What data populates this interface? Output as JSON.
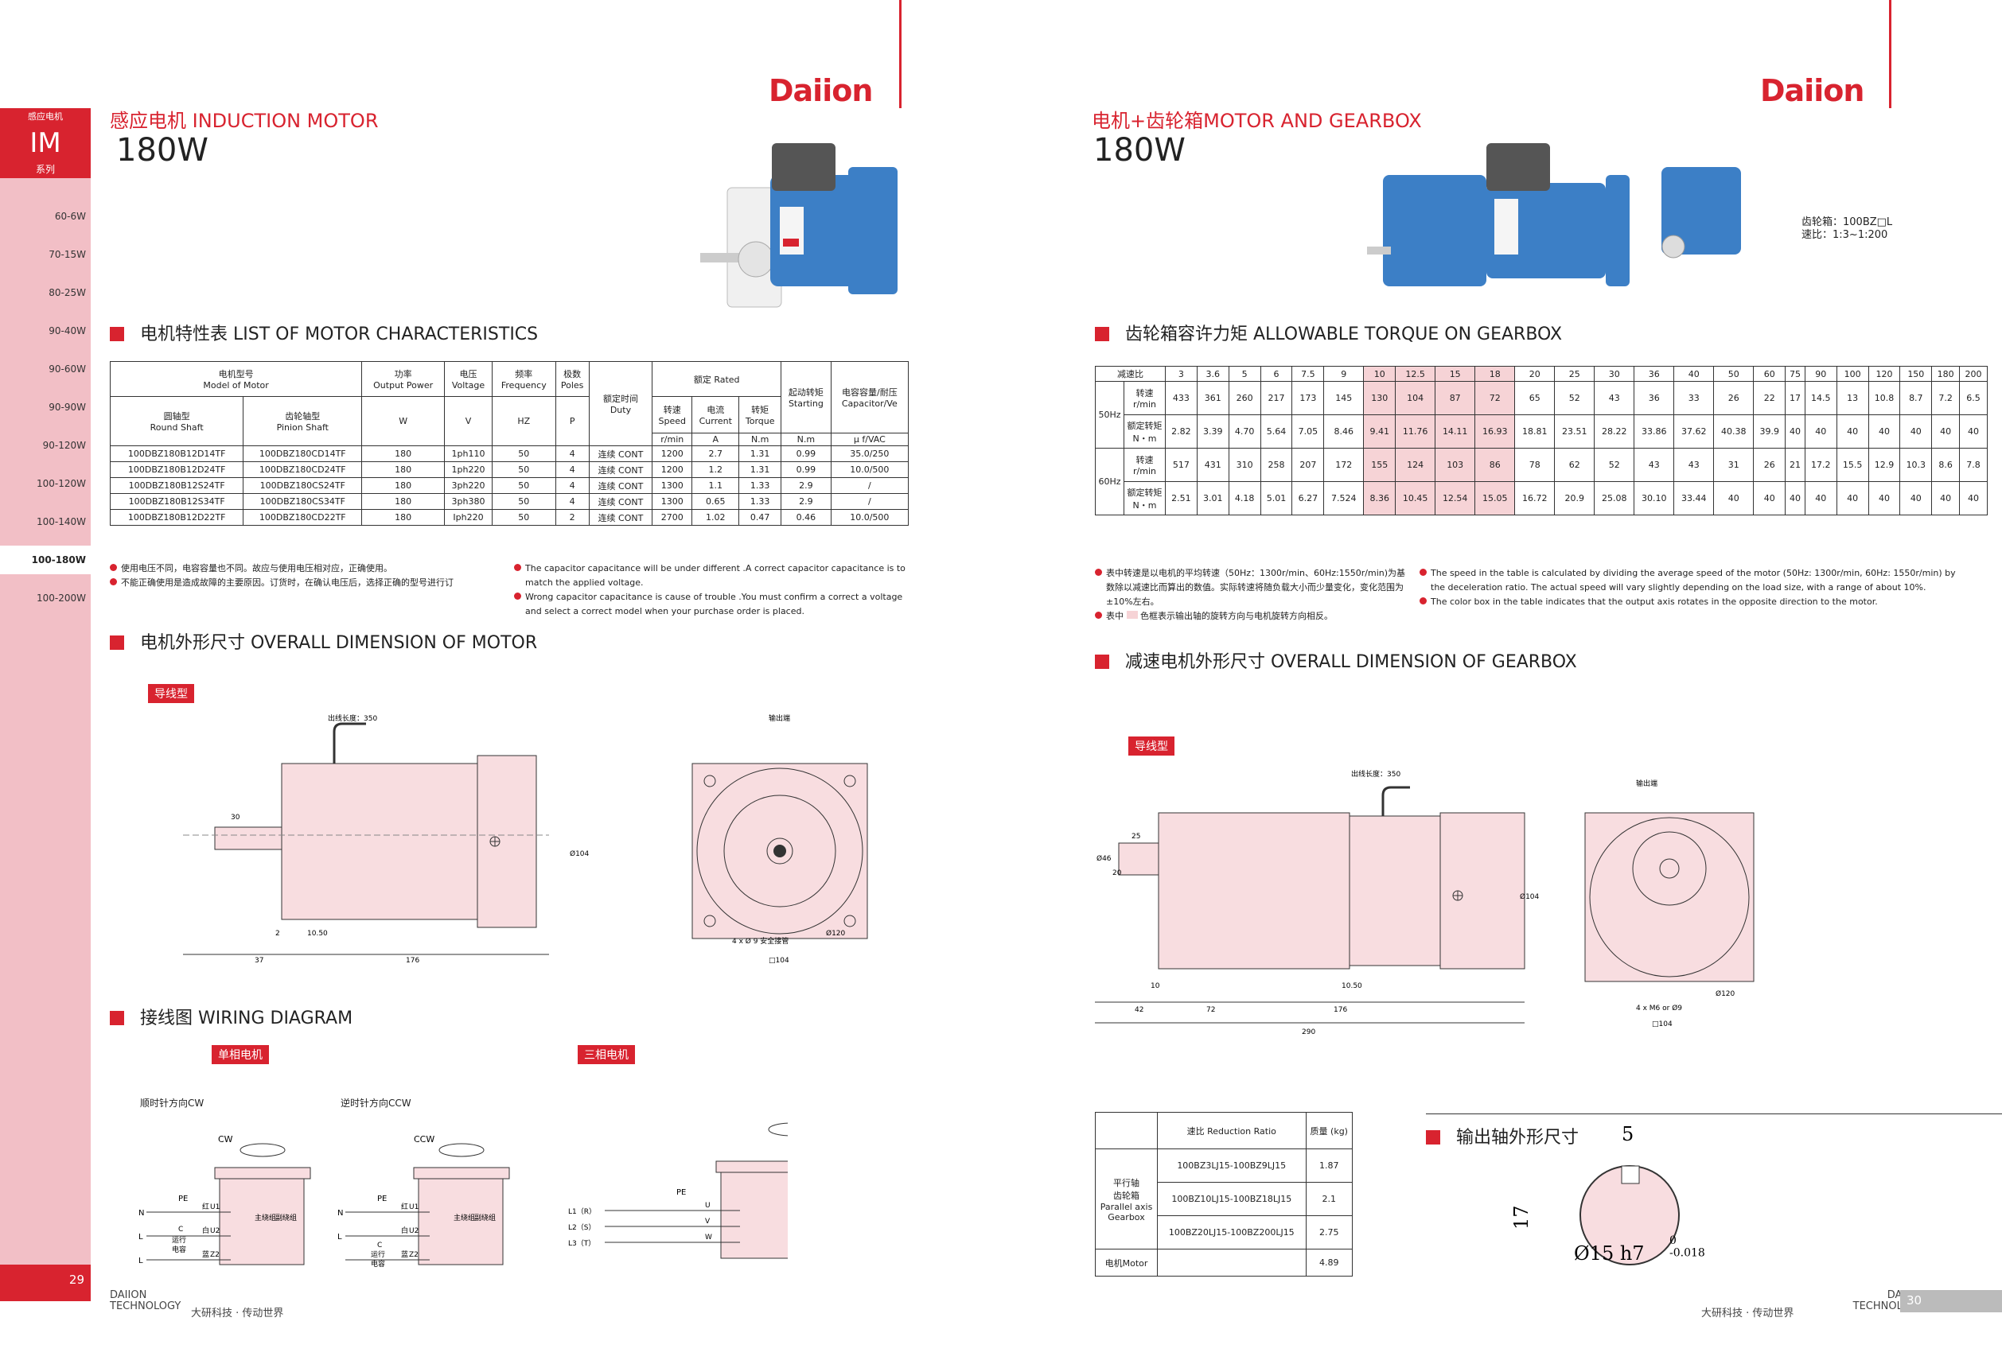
{
  "brand": "Daiion",
  "left": {
    "side_head": "感应电机",
    "series_code": "IM",
    "series_label": "系列",
    "side_items": [
      "60-6W",
      "70-15W",
      "80-25W",
      "90-40W",
      "90-60W",
      "90-90W",
      "90-120W",
      "100-120W",
      "100-140W",
      "100-180W",
      "100-200W"
    ],
    "active_item": "100-180W",
    "page_num": "29",
    "subtitle": "感应电机 INDUCTION MOTOR",
    "power": "180W",
    "sec_char": "电机特性表 LIST OF MOTOR CHARACTERISTICS",
    "table": {
      "h_model": "电机型号\nModel of Motor",
      "h_round": "圆轴型\nRound Shaft",
      "h_pinion": "齿轮轴型\nPinion Shaft",
      "h_power": "功率\nOutput Power",
      "h_voltage": "电压\nVoltage",
      "h_freq": "频率\nFrequency",
      "h_poles": "极数\nPoles",
      "h_duty": "额定时间\nDuty",
      "h_rated": "额定 Rated",
      "h_speed": "转速\nSpeed",
      "h_current": "电流\nCurrent",
      "h_torque": "转矩\nTorque",
      "h_start": "起动转矩\nStarting",
      "h_cap": "电容容量/耐压\nCapacitor/Ve",
      "u_power": "W",
      "u_voltage": "V",
      "u_freq": "HZ",
      "u_poles": "P",
      "u_speed": "r/min",
      "u_current": "A",
      "u_torque": "N.m",
      "u_start": "N.m",
      "u_cap": "μ f/VAC",
      "rows": [
        [
          "100DBZ180B12D14TF",
          "100DBZ180CD14TF",
          "180",
          "1ph110",
          "50",
          "4",
          "连续 CONT",
          "1200",
          "2.7",
          "1.31",
          "0.99",
          "35.0/250"
        ],
        [
          "100DBZ180B12D24TF",
          "100DBZ180CD24TF",
          "180",
          "1ph220",
          "50",
          "4",
          "连续 CONT",
          "1200",
          "1.2",
          "1.31",
          "0.99",
          "10.0/500"
        ],
        [
          "100DBZ180B12S24TF",
          "100DBZ180CS24TF",
          "180",
          "3ph220",
          "50",
          "4",
          "连续 CONT",
          "1300",
          "1.1",
          "1.33",
          "2.9",
          "/"
        ],
        [
          "100DBZ180B12S34TF",
          "100DBZ180CS34TF",
          "180",
          "3ph380",
          "50",
          "4",
          "连续 CONT",
          "1300",
          "0.65",
          "1.33",
          "2.9",
          "/"
        ],
        [
          "100DBZ180B12D22TF",
          "100DBZ180CD22TF",
          "180",
          "Iph220",
          "50",
          "2",
          "连续 CONT",
          "2700",
          "1.02",
          "0.47",
          "0.46",
          "10.0/500"
        ]
      ]
    },
    "note_cn1": "使用电压不同，电容容量也不同。故应与使用电压相对应，正确使用。",
    "note_cn2": "不能正确使用是造成故障的主要原因。订货时，在确认电压后，选择正确的型号进行订",
    "note_en1": "The capacitor capacitance will be under different .A correct capacitor capacitance is to match the applied voltage.",
    "note_en2": "Wrong capacitor capacitance is cause of trouble .You must confirm a correct a voltage and select a correct model when your purchase order is placed.",
    "sec_dim": "电机外形尺寸 OVERALL DIMENSION OF MOTOR",
    "tag_lead": "导线型",
    "dim": {
      "lead": "出线长度：350",
      "out": "输出端",
      "d30": "30",
      "d37": "37",
      "d176": "176",
      "d2": "2",
      "d1050": "10.50",
      "d104": "□104",
      "d120": "Ø120",
      "d104b": "Ø104",
      "holes": "4 x Ø 9 安全接管"
    },
    "sec_wiring": "接线图 WIRING DIAGRAM",
    "tag_single": "单相电机",
    "tag_three": "三相电机",
    "wiring": {
      "cw_label": "顺时针方向CW",
      "ccw_label": "逆时针方向CCW",
      "cw": "CW",
      "ccw": "CCW",
      "pe": "PE",
      "n": "N",
      "l": "L",
      "red": "红",
      "white": "白",
      "blue": "蓝",
      "u1": "U1",
      "u2": "U2",
      "z2": "Z2",
      "c": "C",
      "run": "运行",
      "cap": "电容",
      "main": "主绕组",
      "aux": "副绕组",
      "l1": "L1（R）",
      "l2": "L2（S）",
      "l3": "L3（T）",
      "u": "U",
      "v": "V",
      "w": "W"
    },
    "foot_en": "DAIION\nTECHNOLOGY",
    "foot_cn": "大研科技 · 传动世界"
  },
  "right": {
    "subtitle": "电机+齿轮箱MOTOR AND GEARBOX",
    "power": "180W",
    "gear_info": "齿轮箱：100BZ□L\n速比：1:3~1:200",
    "sec_torque": "齿轮箱容许力矩 ALLOWABLE TORQUE ON GEARBOX",
    "ratio_head": "减速比",
    "ratios": [
      "3",
      "3.6",
      "5",
      "6",
      "7.5",
      "9",
      "10",
      "12.5",
      "15",
      "18",
      "20",
      "25",
      "30",
      "36",
      "40",
      "50",
      "60",
      "75",
      "90",
      "100",
      "120",
      "150",
      "180",
      "200"
    ],
    "hz50": "50Hz",
    "hz60": "60Hz",
    "speed_lbl": "转速\nr/min",
    "torque_lbl": "额定转矩\nN・m",
    "s50": [
      "433",
      "361",
      "260",
      "217",
      "173",
      "145",
      "130",
      "104",
      "87",
      "72",
      "65",
      "52",
      "43",
      "36",
      "33",
      "26",
      "22",
      "17",
      "14.5",
      "13",
      "10.8",
      "8.7",
      "7.2",
      "6.5"
    ],
    "t50": [
      "2.82",
      "3.39",
      "4.70",
      "5.64",
      "7.05",
      "8.46",
      "9.41",
      "11.76",
      "14.11",
      "16.93",
      "18.81",
      "23.51",
      "28.22",
      "33.86",
      "37.62",
      "40.38",
      "39.9",
      "40",
      "40",
      "40",
      "40",
      "40",
      "40",
      "40"
    ],
    "s60": [
      "517",
      "431",
      "310",
      "258",
      "207",
      "172",
      "155",
      "124",
      "103",
      "86",
      "78",
      "62",
      "52",
      "43",
      "43",
      "31",
      "26",
      "21",
      "17.2",
      "15.5",
      "12.9",
      "10.3",
      "8.6",
      "7.8"
    ],
    "t60": [
      "2.51",
      "3.01",
      "4.18",
      "5.01",
      "6.27",
      "7.524",
      "8.36",
      "10.45",
      "12.54",
      "15.05",
      "16.72",
      "20.9",
      "25.08",
      "30.10",
      "33.44",
      "40",
      "40",
      "40",
      "40",
      "40",
      "40",
      "40",
      "40",
      "40"
    ],
    "note_cn1": "表中转速是以电机的平均转速（50Hz：1300r/min、60Hz:1550r/min)为基数除以减速比而算出的数值。实际转速将随负载大小而少量变化，变化范围为±10%左右。",
    "note_cn2a": "表中",
    "note_cn2b": "色框表示输出轴的旋转方向与电机旋转方向相反。",
    "note_en1": "The speed in the table is calculated by dividing the average speed of the motor (50Hz: 1300r/min, 60Hz: 1550r/min) by the deceleration ratio. The actual speed will vary slightly depending on the load size, with a range of about 10%.",
    "note_en2": "The color box in the table indicates that the output axis rotates in the opposite direction to the motor.",
    "sec_dim": "减速电机外形尺寸 OVERALL DIMENSION OF GEARBOX",
    "tag_lead": "导线型",
    "dim": {
      "lead": "出线长度：350",
      "out": "输出端",
      "d25": "25",
      "d10": "10",
      "d42": "42",
      "d72": "72",
      "d176": "176",
      "d290": "290",
      "d1050": "10.50",
      "d104": "□104",
      "d120": "Ø120",
      "d104b": "Ø104",
      "holes": "4 x M6 or Ø9",
      "d46": "Ø46",
      "d20": "20"
    },
    "ratio_table": {
      "h_ratio": "速比 Reduction Ratio",
      "h_mass": "质量 (kg)",
      "group": "平行轴\n齿轮箱\nParallel axis\nGearbox",
      "rows": [
        [
          "100BZ3LJ15-100BZ9LJ15",
          "1.87"
        ],
        [
          "100BZ10LJ15-100BZ18LJ15",
          "2.1"
        ],
        [
          "100BZ20LJ15-100BZ200LJ15",
          "2.75"
        ]
      ],
      "motor": "电机Motor",
      "motor_mass": "4.89"
    },
    "sec_shaft": "输出轴外形尺寸",
    "shaft": {
      "d5": "5",
      "d17": "17",
      "d15": "Ø15 h7",
      "tol": "0\n-0.018"
    },
    "page_num": "30",
    "foot_en": "DAIION\nTECHNOLOGY",
    "foot_cn": "大研科技 · 传动世界"
  },
  "colors": {
    "brand_red": "#d8232f",
    "sidebar_pink": "#f2bfc6",
    "motor_blue": "#3c7fc6",
    "drawing_pink": "#f8dde0",
    "highlight": "#f6d3d6"
  }
}
